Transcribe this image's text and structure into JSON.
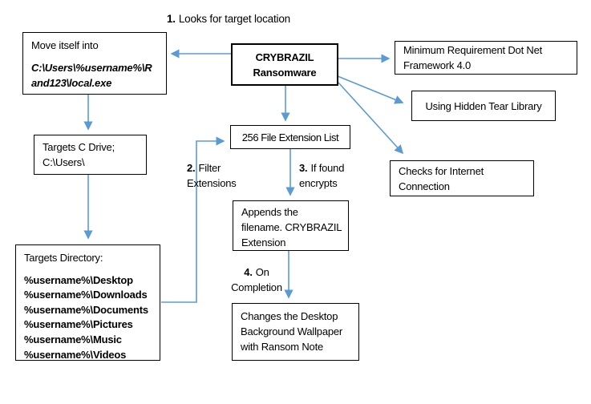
{
  "diagram": {
    "title_hidden": "",
    "colors": {
      "arrow": "#5B9BD5",
      "box_border": "#000000",
      "background": "#FFFFFF",
      "text": "#000000"
    }
  },
  "steps": {
    "s1": {
      "num": "1.",
      "text": "Looks for target location"
    },
    "s2": {
      "num": "2.",
      "text": "Filter",
      "text2": "Extensions"
    },
    "s3": {
      "num": "3.",
      "text": "If found",
      "text2": "encrypts"
    },
    "s4": {
      "num": "4.",
      "text": "On",
      "text2": "Completion"
    }
  },
  "boxes": {
    "crybrazil": {
      "line1": "CRYBRAZIL",
      "line2": "Ransomware"
    },
    "move": {
      "intro": "Move itself into",
      "path1": "C:\\Users\\%username%\\R",
      "path2": "and123\\local.exe"
    },
    "cdrive": {
      "line1": "Targets C Drive;",
      "line2": "C:\\Users\\"
    },
    "directory": {
      "title": "Targets Directory:",
      "p1": "%username%\\Desktop",
      "p2": "%username%\\Downloads",
      "p3": "%username%\\Documents",
      "p4": "%username%\\Pictures",
      "p5": "%username%\\Music",
      "p6": "%username%\\Videos"
    },
    "extlist": {
      "line1": "256 File Extension List"
    },
    "appends": {
      "line1": "Appends the",
      "line2": "filename. CRYBRAZIL",
      "line3": "Extension"
    },
    "wallpaper": {
      "line1": "Changes the Desktop",
      "line2": "Background Wallpaper",
      "line3": "with Ransom Note"
    },
    "dotnet": {
      "line1": "Minimum Requirement Dot Net",
      "line2": "Framework 4.0"
    },
    "hiddentear": {
      "line1": "Using Hidden Tear Library"
    },
    "internet": {
      "line1": "Checks for Internet",
      "line2": "Connection"
    }
  }
}
